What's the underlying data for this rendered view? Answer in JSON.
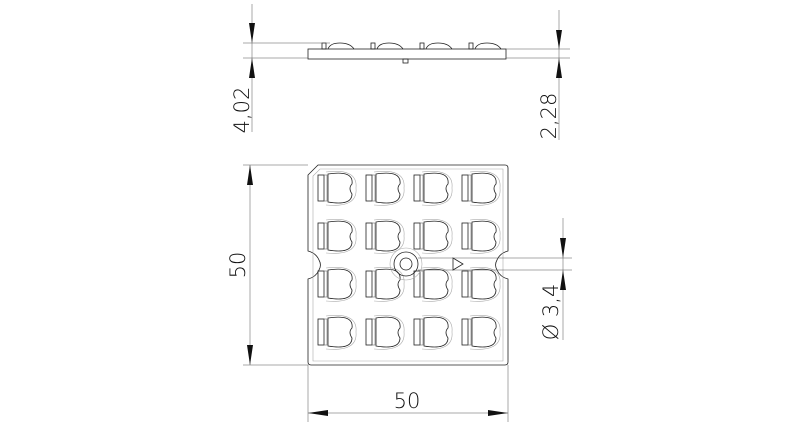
{
  "drawing": {
    "side_view": {
      "total_height_label": "4,02",
      "board_thickness_label": "2,28"
    },
    "top_view": {
      "height_label": "50",
      "width_label": "50",
      "hole_diameter_label": "Ø 3,4",
      "lens_grid": {
        "rows": 4,
        "cols": 4
      }
    }
  }
}
